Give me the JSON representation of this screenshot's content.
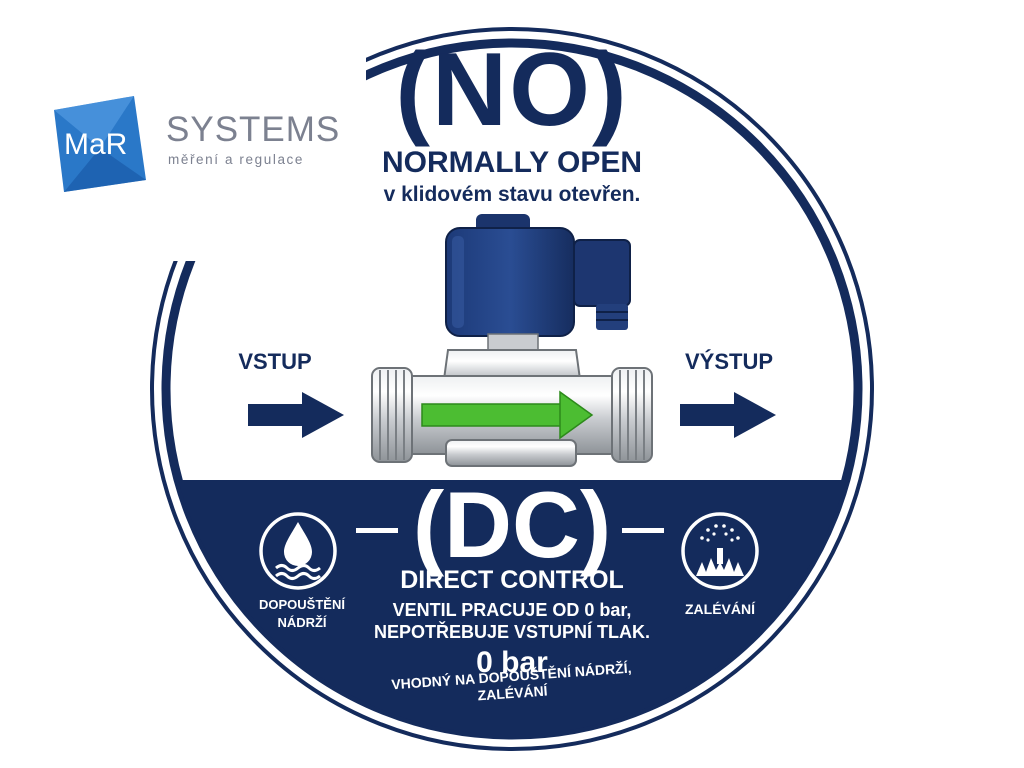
{
  "logo": {
    "mark_text": "MaR",
    "wordmark": "SYSTEMS",
    "tagline": "měření a regulace"
  },
  "valve_type": {
    "code": "(NO)",
    "name": "NORMALLY OPEN",
    "description": "v klidovém stavu otevřen."
  },
  "flow": {
    "inlet_label": "VSTUP",
    "outlet_label": "VÝSTUP"
  },
  "control": {
    "code": "(DC)",
    "name": "DIRECT CONTROL",
    "description_line1": "VENTIL PRACUJE OD 0 bar,",
    "description_line2": "NEPOTŘEBUJE VSTUPNÍ TLAK.",
    "pressure": "0 bar",
    "usage_line1": "VHODNÝ NA DOPOUŠTĚNÍ NÁDRŽÍ,",
    "usage_line2": "ZALÉVÁNÍ"
  },
  "applications": {
    "left_line1": "DOPOUŠTĚNÍ",
    "left_line2": "NÁDRŽÍ",
    "left_icon": "water-drop-icon",
    "right": "ZALÉVÁNÍ",
    "right_icon": "sprinkler-icon"
  },
  "colors": {
    "navy": "#142b5c",
    "flow_arrow": "#4cbd32",
    "logo_gray": "#7c8190",
    "logo_blue": "#2a78c8"
  }
}
